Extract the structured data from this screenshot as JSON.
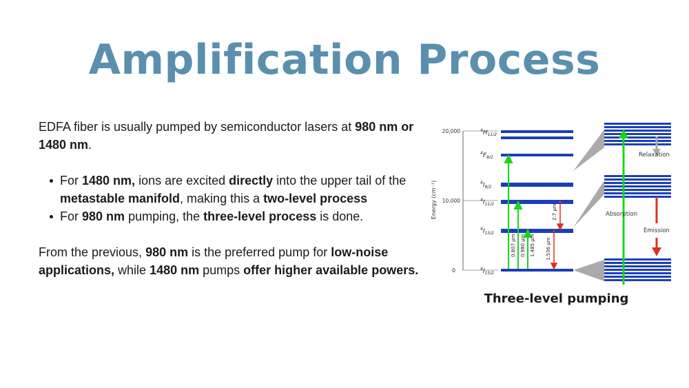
{
  "slide": {
    "title": "Amplification Process",
    "intro": {
      "t1": "EDFA fiber is usually pumped by semiconductor lasers at ",
      "b1": "980 nm or 1480 nm",
      "t2": "."
    },
    "bullet1": {
      "t1": "For ",
      "b1": "1480 nm,",
      "t2": " ions are excited ",
      "b2": "directly",
      "t3": " into the upper tail of the ",
      "b3": "metastable manifold",
      "t4": ", making this a ",
      "b4": "two-level process"
    },
    "bullet2": {
      "b1": "980 nm",
      "t1": " pumping, the ",
      "t0": "For ",
      "b2": "three-level process",
      "t2": " is done."
    },
    "conclusion": {
      "t1": "From the previous, ",
      "b1": "980 nm",
      "t2": " is the preferred pump for ",
      "b2": "low-noise applications,",
      "t3": " while ",
      "b3": "1480 nm",
      "t4": " pumps ",
      "b4": "offer higher available powers."
    },
    "caption": "Three-level pumping"
  },
  "diagram": {
    "axis_label": "Energy (cm⁻¹)",
    "ticks": [
      "20,000",
      "10,000",
      "0"
    ],
    "levels": [
      {
        "main": "H",
        "sub": "11/2"
      },
      {
        "main": "F",
        "sub": "9/2"
      },
      {
        "main": "I",
        "sub": "9/2"
      },
      {
        "main": "I",
        "sub": "11/2"
      },
      {
        "main": "I",
        "sub": "13/2"
      },
      {
        "main": "I",
        "sub": "15/2"
      }
    ],
    "level_superscript": "4",
    "transitions": {
      "t807": "0.807 μm",
      "t980": "0.980 μm",
      "t1485": "1.485 μm",
      "t1536": "1.536 μm",
      "t27": "2.7 μm"
    },
    "labels": {
      "relaxation": "Relaxation",
      "absorption": "Absorption",
      "emission": "Emission"
    },
    "colors": {
      "level": "#1a3fb8",
      "pump": "#19d619",
      "emission": "#e0301e",
      "relax": "#a9a9a9",
      "title": "#5b8fae"
    }
  }
}
